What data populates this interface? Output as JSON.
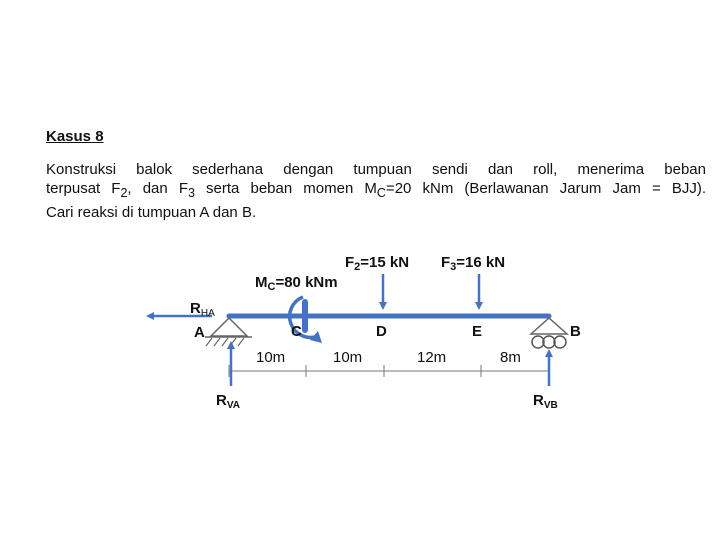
{
  "title": "Kasus 8",
  "paragraph": {
    "line1": "Konstruksi balok sederhana dengan tumpuan sendi dan roll, menerima beban",
    "line2_pre": "terpusat F",
    "line2_sub1": "2",
    "line2_mid": ", dan F",
    "line2_sub2": "3",
    "line2_mid2": " serta beban momen M",
    "line2_sub3": "C",
    "line2_post": "=20 kNm (Berlawanan Jarum Jam = BJJ).",
    "line3": "Cari reaksi di tumpuan A dan B."
  },
  "diagram": {
    "points": {
      "A": "A",
      "B": "B",
      "C": "C",
      "D": "D",
      "E": "E"
    },
    "loads": {
      "f2": {
        "main": "F",
        "sub": "2",
        "value": "=15 kN"
      },
      "f3": {
        "main": "F",
        "sub": "3",
        "value": "=16 kN"
      },
      "mc": {
        "main": "M",
        "sub": "C",
        "value": "=80 kNm"
      }
    },
    "reactions": {
      "rha": {
        "main": "R",
        "sub": "HA"
      },
      "rva": {
        "main": "R",
        "sub": "VA"
      },
      "rvb": {
        "main": "R",
        "sub": "VB"
      }
    },
    "spans": [
      "10m",
      "10m",
      "12m",
      "8m"
    ],
    "colors": {
      "beam": "#4472c4",
      "text": "#111111",
      "support": "#666666"
    }
  }
}
